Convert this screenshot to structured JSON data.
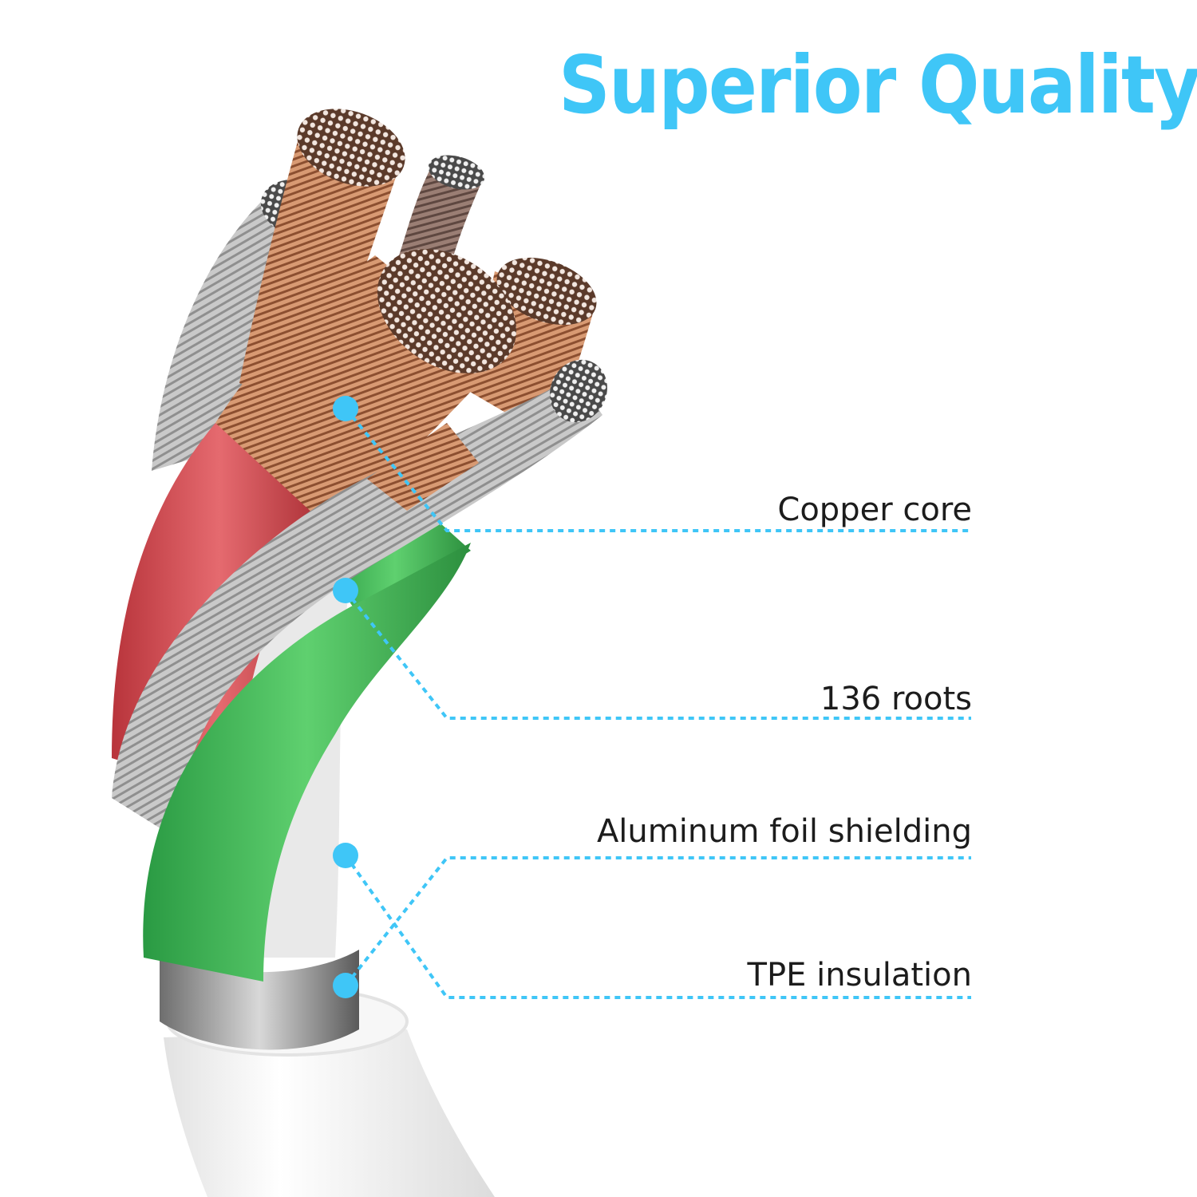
{
  "headline": "Superior Quality",
  "callouts": [
    {
      "label": "Copper core"
    },
    {
      "label": "136 roots"
    },
    {
      "label": "Aluminum foil shielding"
    },
    {
      "label": "TPE insulation"
    }
  ],
  "colors": {
    "accent": "#3fc6f7",
    "copper": "#c47a4e",
    "insulation_red": "#d9545a",
    "insulation_green": "#3cb554",
    "braid_silver": "#b9b9b9",
    "jacket_white": "#f5f5f5"
  }
}
